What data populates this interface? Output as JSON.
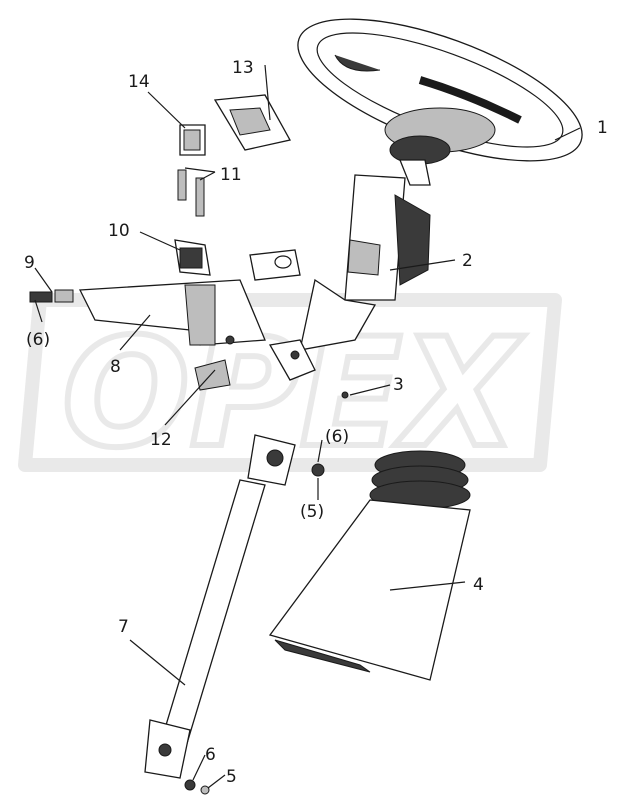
{
  "watermark": {
    "text": "OPEX"
  },
  "callouts": [
    {
      "id": "c1",
      "text": "1"
    },
    {
      "id": "c2",
      "text": "2"
    },
    {
      "id": "c3",
      "text": "3"
    },
    {
      "id": "c4",
      "text": "4"
    },
    {
      "id": "c5a",
      "text": "5"
    },
    {
      "id": "c5b",
      "text": "(5)"
    },
    {
      "id": "c6a",
      "text": "6"
    },
    {
      "id": "c6b",
      "text": "(6)"
    },
    {
      "id": "c6c",
      "text": "(6)"
    },
    {
      "id": "c7",
      "text": "7"
    },
    {
      "id": "c8",
      "text": "8"
    },
    {
      "id": "c9",
      "text": "9"
    },
    {
      "id": "c10",
      "text": "10"
    },
    {
      "id": "c11",
      "text": "11"
    },
    {
      "id": "c12",
      "text": "12"
    },
    {
      "id": "c13",
      "text": "13"
    },
    {
      "id": "c14",
      "text": "14"
    }
  ]
}
